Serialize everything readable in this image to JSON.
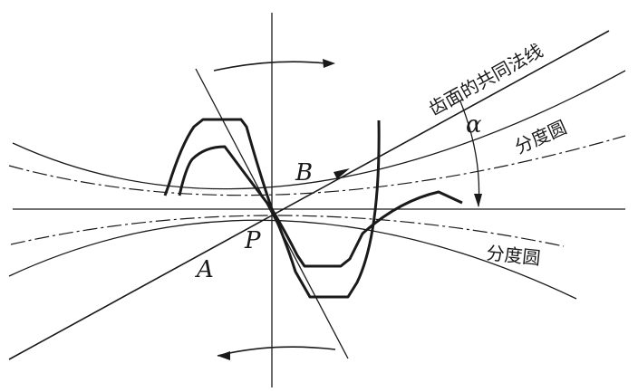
{
  "labels": {
    "common_normal": "齿面的共同法线",
    "pitch_circle_upper": "分度圆",
    "pitch_circle_lower": "分度圆",
    "point_b": "B",
    "point_p": "P",
    "point_a": "A",
    "angle_alpha": "α"
  }
}
